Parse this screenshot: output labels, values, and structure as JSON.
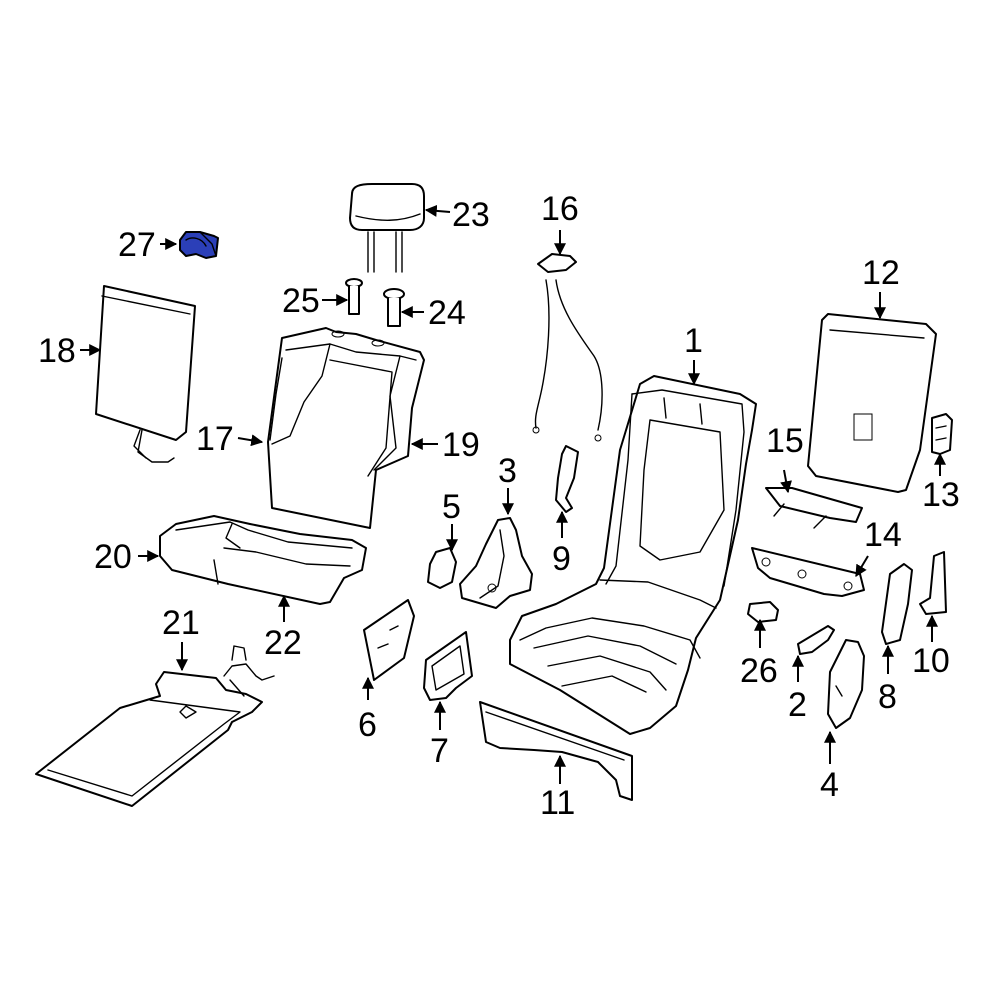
{
  "highlight_color": "#2b3fb8",
  "callouts": {
    "c1": "1",
    "c2": "2",
    "c3": "3",
    "c4": "4",
    "c5": "5",
    "c6": "6",
    "c7": "7",
    "c8": "8",
    "c9": "9",
    "c10": "10",
    "c11": "11",
    "c12": "12",
    "c13": "13",
    "c14": "14",
    "c15": "15",
    "c16": "16",
    "c17": "17",
    "c18": "18",
    "c19": "19",
    "c20": "20",
    "c21": "21",
    "c22": "22",
    "c23": "23",
    "c24": "24",
    "c25": "25",
    "c26": "26",
    "c27": "27"
  }
}
